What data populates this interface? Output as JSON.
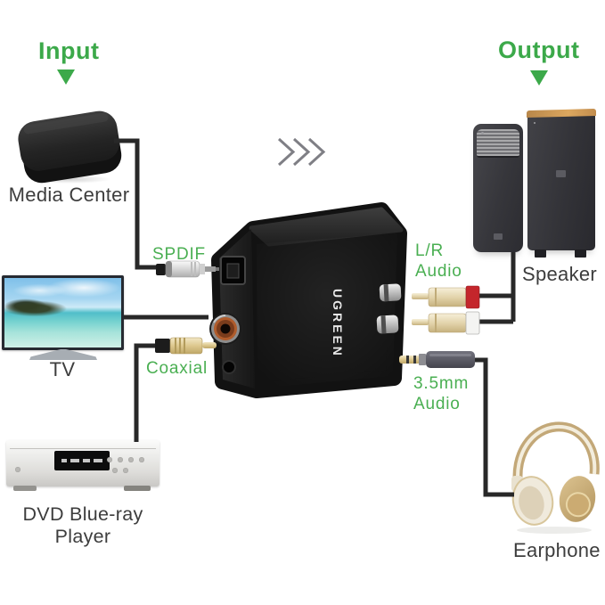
{
  "flow": {
    "input_label": "Input",
    "output_label": "Output"
  },
  "devices": {
    "media_center": {
      "label": "Media Center"
    },
    "tv": {
      "label": "TV"
    },
    "dvd_player": {
      "label": "DVD Blue-ray Player"
    },
    "speaker": {
      "label": "Speaker"
    },
    "earphone": {
      "label": "Earphone"
    }
  },
  "converter": {
    "brand": "UGREEN"
  },
  "connections": {
    "spdif": {
      "label": "SPDIF"
    },
    "coaxial": {
      "label": "Coaxial"
    },
    "lr_audio": {
      "line1": "L/R",
      "line2": "Audio"
    },
    "audio_35mm": {
      "line1": "3.5mm",
      "line2": "Audio"
    }
  },
  "icons": {
    "input_arrow": "down-triangle",
    "output_arrow": "down-triangle",
    "flow_chevrons": "triple-chevron-right"
  },
  "colors": {
    "accent_green": "#3CA94A",
    "port_label_green": "#4AAF52",
    "device_label_gray": "#3D3D3D",
    "cable_black": "#282828",
    "rca_red_band": "#C4262C",
    "coax_gold": "#C9B06E",
    "speaker_wood_top": "#C08B4E"
  }
}
